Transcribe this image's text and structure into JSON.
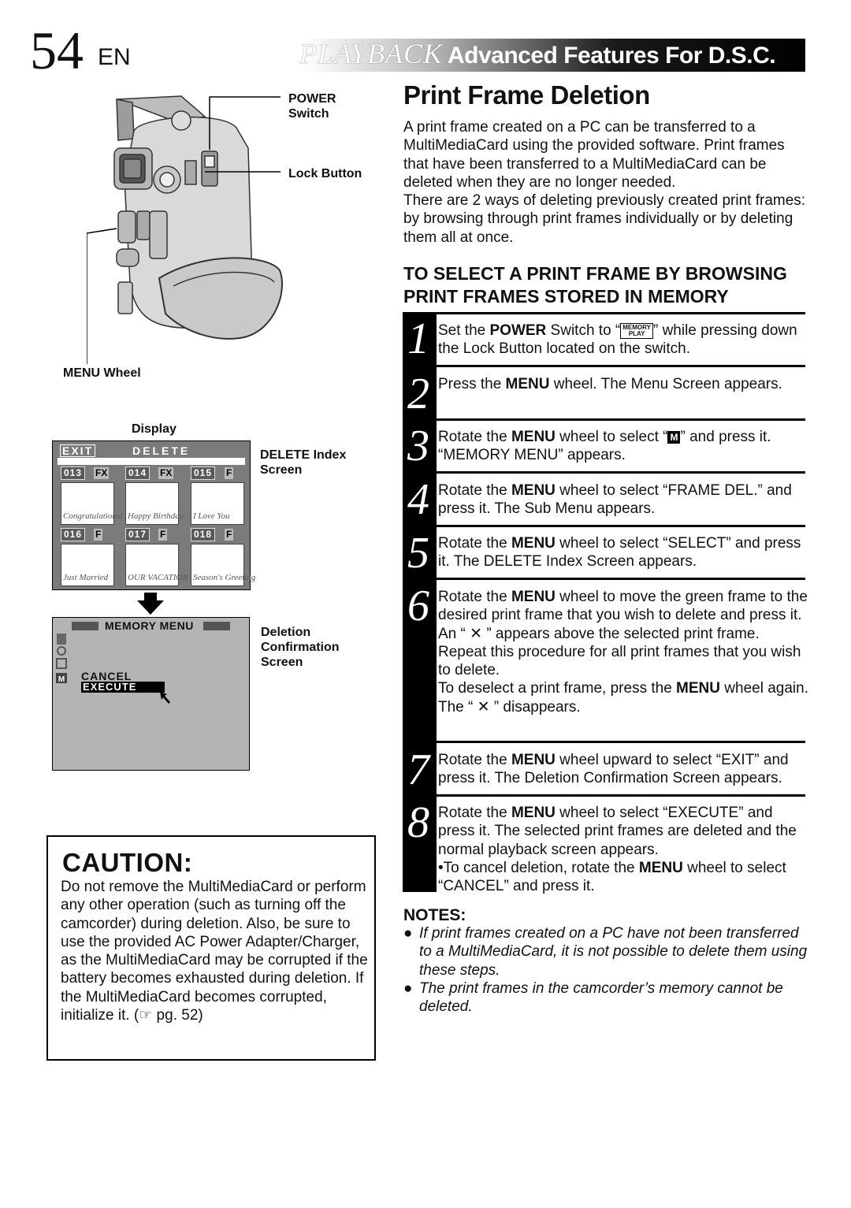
{
  "header": {
    "page_number": "54",
    "language": "EN",
    "section": "PLAYBACK",
    "subtitle": "Advanced Features For D.S.C. (cont.)"
  },
  "figure": {
    "labels": {
      "power": "POWER",
      "switch": "Switch",
      "lock_button": "Lock Button",
      "menu_wheel": "MENU Wheel",
      "display": "Display",
      "delete_index_screen_l1": "DELETE Index",
      "delete_index_screen_l2": "Screen",
      "deletion_conf_l1": "Deletion",
      "deletion_conf_l2": "Confirmation",
      "deletion_conf_l3": "Screen"
    },
    "delete_screen": {
      "exit": "EXIT",
      "title": "DELETE",
      "frames": [
        {
          "num": "013",
          "tag": "FX",
          "caption": "Congratulations!"
        },
        {
          "num": "014",
          "tag": "FX",
          "caption": "Happy Birthday"
        },
        {
          "num": "015",
          "tag": "F",
          "caption": "I Love You"
        },
        {
          "num": "016",
          "tag": "F",
          "caption": "Just Married"
        },
        {
          "num": "017",
          "tag": "F",
          "caption": "OUR VACATION"
        },
        {
          "num": "018",
          "tag": "F",
          "caption": "Season's Greeting"
        }
      ]
    },
    "confirm_screen": {
      "title": "MEMORY  MENU",
      "cancel": "CANCEL",
      "execute": "EXECUTE"
    }
  },
  "caution": {
    "title": "CAUTION:",
    "text": "Do not remove the MultiMediaCard or perform any other operation (such as turning off the camcorder) during deletion. Also, be sure to use the provided AC Power Adapter/Charger, as the MultiMediaCard may be corrupted if the battery becomes exhausted during deletion. If the MultiMediaCard becomes corrupted, initialize it. (☞ pg. 52)"
  },
  "main": {
    "title": "Print Frame Deletion",
    "intro1": "A print frame created on a PC can be transferred to a MultiMediaCard using the provided software. Print frames that have been transferred to a MultiMediaCard can be deleted when they are no longer needed.",
    "intro2": "There are 2 ways of deleting previously created print frames: by browsing through print frames individually or by deleting them all at once.",
    "subheading": "TO SELECT A PRINT FRAME BY BROWSING PRINT FRAMES STORED IN MEMORY"
  },
  "steps": {
    "s1": {
      "n": "1",
      "a": "Set the ",
      "k1": "POWER",
      "b": " Switch to “",
      "icon_top": "MEMORY",
      "icon_bot": "PLAY",
      "c": "” while pressing down the Lock Button located on the switch."
    },
    "s2": {
      "n": "2",
      "a": "Press the ",
      "k1": "MENU",
      "b": " wheel. The Menu Screen appears."
    },
    "s3": {
      "n": "3",
      "a": "Rotate the ",
      "k1": "MENU",
      "b": " wheel to select “",
      "icon": "M",
      "c": "” and press it. “MEMORY MENU” appears."
    },
    "s4": {
      "n": "4",
      "a": "Rotate the ",
      "k1": "MENU",
      "b": " wheel to select “FRAME DEL.” and press it. The Sub Menu appears."
    },
    "s5": {
      "n": "5",
      "a": "Rotate the ",
      "k1": "MENU",
      "b": " wheel to select “SELECT” and press it. The DELETE Index Screen appears."
    },
    "s6": {
      "n": "6",
      "a": "Rotate the ",
      "k1": "MENU",
      "b": " wheel to move the green frame to the desired print frame that you wish to delete and press it. An “ ✕ ” appears above the selected print frame.",
      "p2": "Repeat this procedure for all print frames that you wish to delete.",
      "p3a": "To deselect a print frame, press the ",
      "k2": "MENU",
      "p3b": " wheel again. The “ ✕ ” disappears."
    },
    "s7": {
      "n": "7",
      "a": "Rotate the ",
      "k1": "MENU",
      "b": " wheel upward to select “EXIT” and press it. The Deletion Confirmation Screen appears."
    },
    "s8": {
      "n": "8",
      "a": "Rotate the ",
      "k1": "MENU",
      "b": " wheel to select “EXECUTE” and press it. The selected print frames are deleted and the normal playback screen appears.",
      "bullet_a": "•To cancel deletion, rotate the ",
      "k2": "MENU",
      "bullet_b": " wheel to select “CANCEL” and press it."
    }
  },
  "notes": {
    "title": "NOTES:",
    "items": [
      "If print frames created on a PC have not been transferred to a MultiMediaCard, it is not possible to delete them using these steps.",
      "The print frames in the camcorder’s memory cannot be deleted."
    ]
  }
}
